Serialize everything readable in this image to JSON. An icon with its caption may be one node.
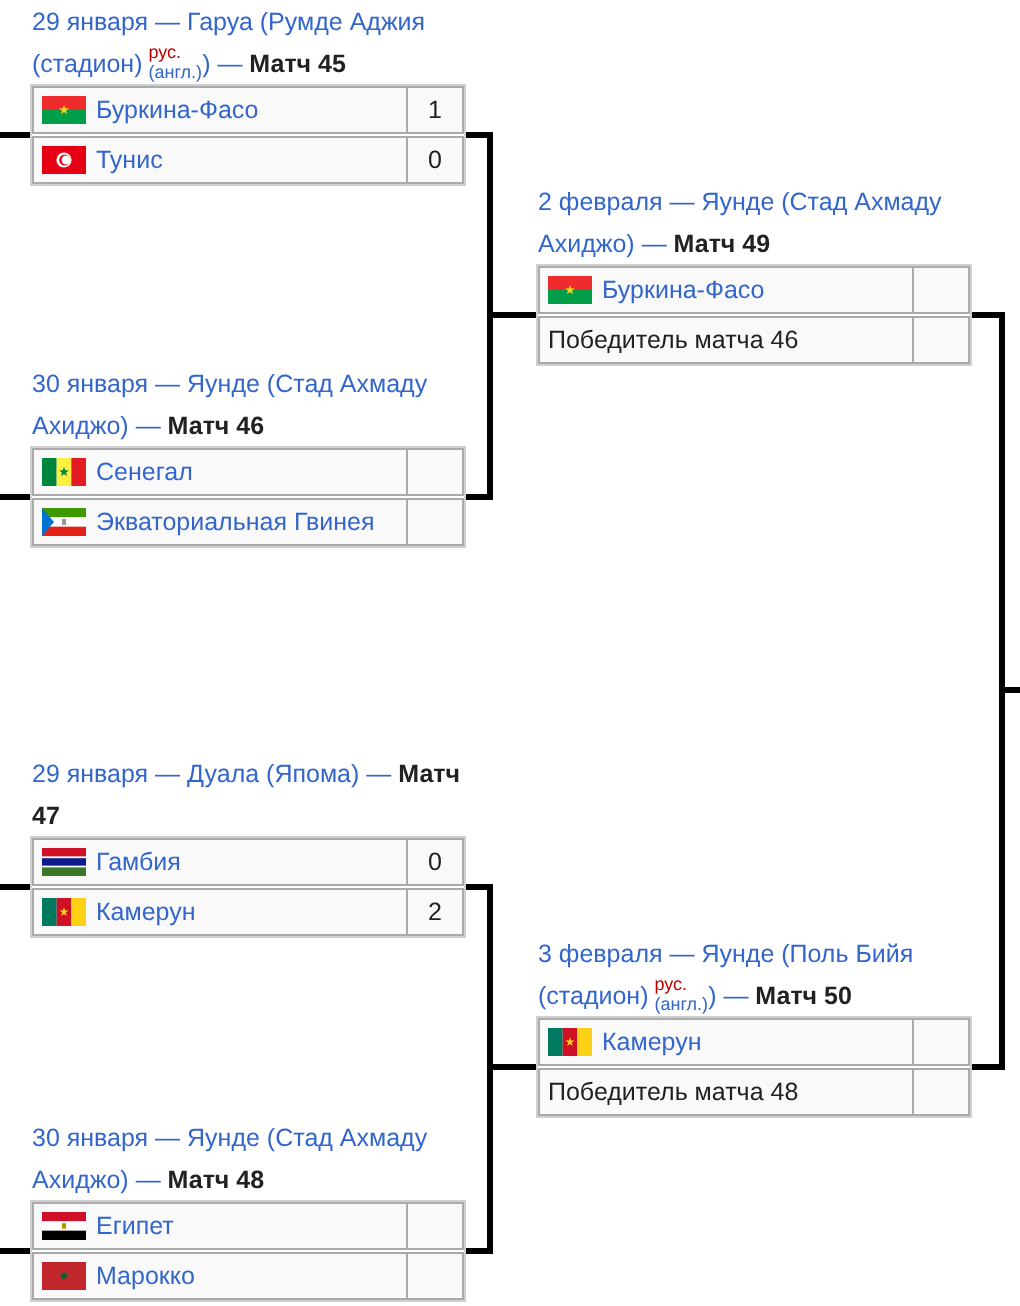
{
  "diagram": {
    "nodes": [
      {
        "text": [
          "29 января — Гаруа (Румде Аджия (стадион)$^{рус.}$$_{(англ.)}$) — **Матч 45**"
        ]
      },
      {
        "text": [
          "Буркина-Фасо",
          "1"
        ],
        "in": 0
      },
      {
        "text": [
          "Тунис",
          "0"
        ],
        "in": 0
      },
      {
        "text": [
          "2 февраля — Яунде (Стад Ахмаду Ахиджо) — **Матч 49**"
        ]
      },
      {
        "text": [
          "Буркина-Фасо"
        ],
        "in": 3
      },
      {
        "text": [
          "Победитель матча 46"
        ],
        "in": 3
      },
      {
        "text": [
          "30 января — Яунде (Стад Ахмаду Ахиджо) — **Матч 46**"
        ]
      },
      {
        "text": [
          "Сенегал"
        ],
        "in": 6
      },
      {
        "text": [
          "Экваториальная Гвинея"
        ],
        "in": 6
      },
      {
        "text": [
          "29 января — Дуала (Япома) — **Матч 47**"
        ]
      },
      {
        "text": [
          "Гамбия",
          "0"
        ],
        "in": 9
      },
      {
        "text": [
          "Камерун",
          "2"
        ],
        "in": 9
      },
      {
        "text": [
          "3 февраля — Яунде (Поль Бийя (стадион)$^{рус.}$$_{(англ.)}$) — **Матч 50**"
        ]
      },
      {
        "text": [
          "Камерун"
        ],
        "in": 12
      },
      {
        "text": [
          "Победитель матча 48"
        ],
        "in": 12
      },
      {
        "text": [
          "30 января — Яунде (Стад Ахмаду Ахиджо) — **Матч 48**"
        ]
      },
      {
        "text": [
          "Египет"
        ],
        "in": 15
      },
      {
        "text": [
          "Марокко"
        ],
        "in": 15
      }
    ],
    "edges": [
      {
        "from": null,
        "to": 0,
        "arrow": "none"
      },
      {
        "from": null,
        "to": 6,
        "arrow": "none"
      },
      {
        "from": null,
        "to": 9,
        "arrow": "none"
      },
      {
        "from": null,
        "to": 15,
        "arrow": "none"
      },
      {
        "from": 0,
        "to": 3,
        "arrow": "none"
      },
      {
        "from": 6,
        "to": 3,
        "arrow": "none"
      },
      {
        "from": 9,
        "to": 12,
        "arrow": "none"
      },
      {
        "from": 15,
        "to": 12,
        "arrow": "none"
      },
      {
        "from": 3,
        "to": null,
        "arrow": "none"
      },
      {
        "from": 12,
        "to": null,
        "arrow": "none"
      }
    ]
  }
}
